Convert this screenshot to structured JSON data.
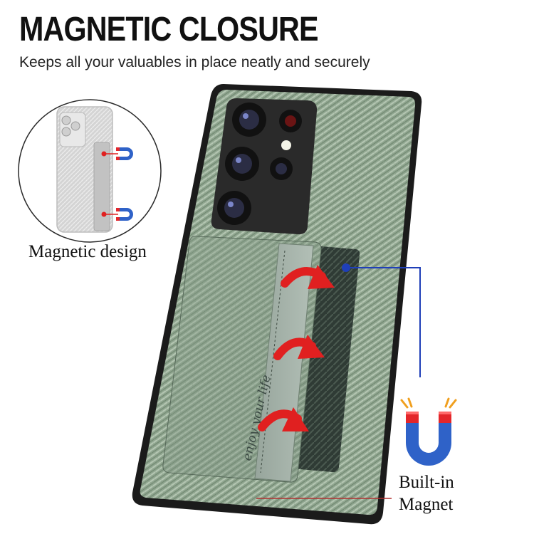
{
  "header": {
    "title": "MAGNETIC CLOSURE",
    "subtitle": "Keeps all your valuables in place neatly and securely"
  },
  "inset": {
    "caption": "Magnetic design"
  },
  "callout": {
    "line1": "Built-in",
    "line2": "Magnet"
  },
  "card_slot": {
    "etched_text": "enjoy your life"
  },
  "colors": {
    "case_green": "#8fa58f",
    "case_dark_green": "#5f765f",
    "bumper": "#1b1b1b",
    "arrow_red": "#e02020",
    "leader_blue": "#1f3fb8",
    "magnet_red": "#e3262a",
    "magnet_blue": "#2f62c8"
  },
  "icons": [
    "u-magnet-icon",
    "curved-arrow-icon",
    "camera-lens-icon"
  ]
}
